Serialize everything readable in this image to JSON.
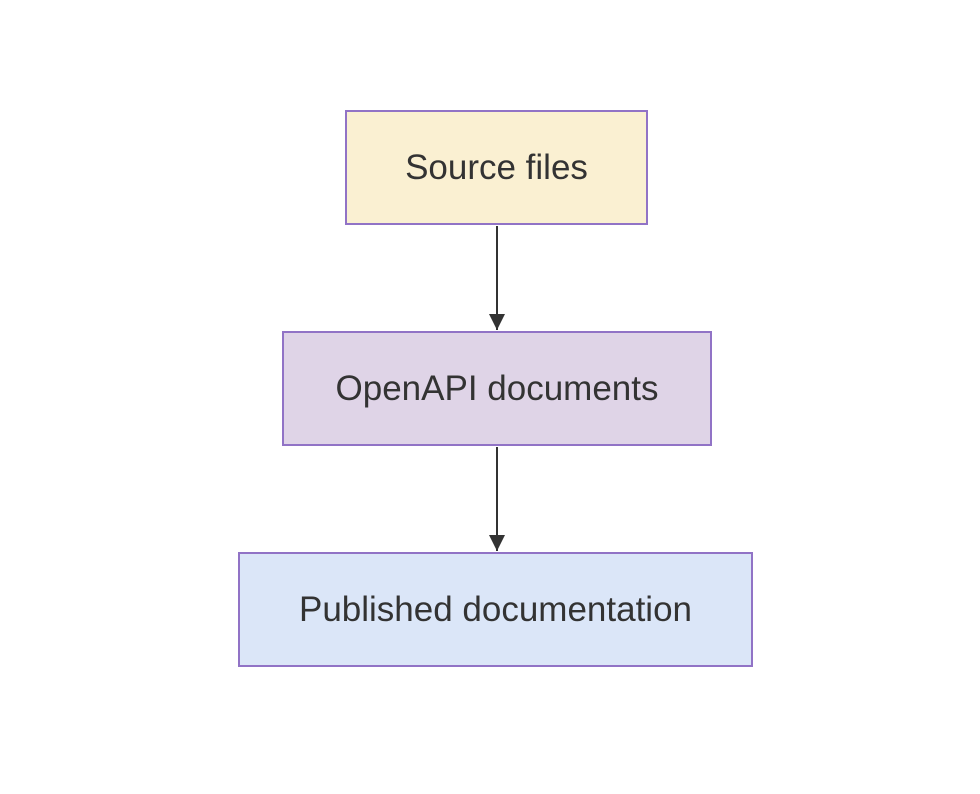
{
  "diagram": {
    "type": "flowchart",
    "direction": "top-down",
    "nodes": [
      {
        "id": "source",
        "label": "Source files",
        "shape": "rectangle",
        "fill": "#FAF0D2",
        "border": "#9173C6"
      },
      {
        "id": "openapi",
        "label": "OpenAPI documents",
        "shape": "rectangle",
        "fill": "#DFD4E7",
        "border": "#9173C6"
      },
      {
        "id": "published",
        "label": "Published documentation",
        "shape": "rectangle",
        "fill": "#DBE6F8",
        "border": "#9173C6"
      }
    ],
    "edges": [
      {
        "from": "source",
        "to": "openapi",
        "style": "solid-arrow"
      },
      {
        "from": "openapi",
        "to": "published",
        "style": "solid-arrow"
      }
    ],
    "colors": {
      "edge": "#333333",
      "text": "#333333",
      "background": "#FFFFFF"
    }
  }
}
